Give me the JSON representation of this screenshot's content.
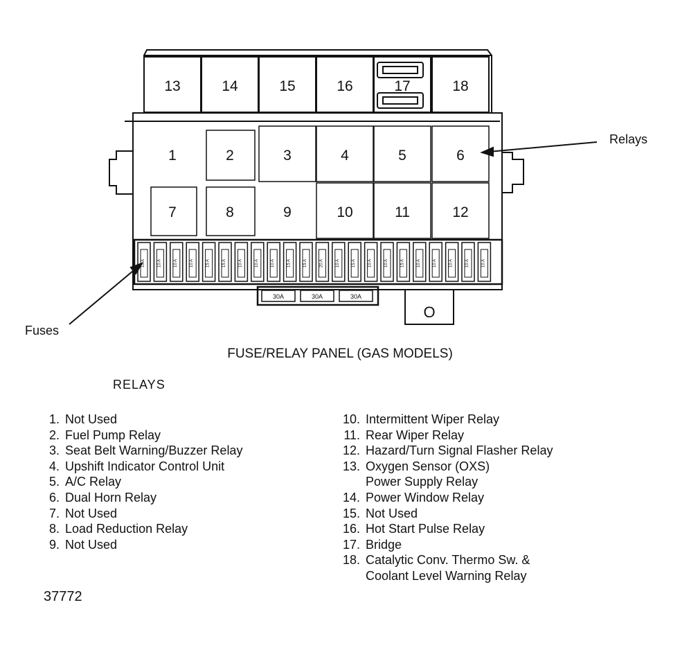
{
  "diagram": {
    "upper_relays": [
      "13",
      "14",
      "15",
      "16",
      "17",
      "18"
    ],
    "row1_relays": [
      "1",
      "2",
      "3",
      "4",
      "5",
      "6"
    ],
    "row2_relays": [
      "7",
      "8",
      "9",
      "10",
      "11",
      "12"
    ],
    "fuse_ratings": [
      "10 A",
      "10 A",
      "10 A",
      "10 A",
      "15 A",
      "15 A",
      "10 A",
      "10 A",
      "10 A",
      "15 A",
      "15 A",
      "20 A",
      "10 A",
      "15 A",
      "10 A",
      "10 A",
      "15 A",
      "10 A",
      "10 A",
      "10 A",
      "10 A",
      "10 A"
    ],
    "lower_fuse_labels": [
      "30A",
      "30A",
      "30A"
    ],
    "connector_label": "O",
    "callout_relays": "Relays",
    "callout_fuses": "Fuses"
  },
  "caption": "FUSE/RELAY PANEL (GAS MODELS)",
  "relays_heading": "RELAYS",
  "legend_left": [
    {
      "num": "1.",
      "text": "Not Used"
    },
    {
      "num": "2.",
      "text": "Fuel Pump Relay"
    },
    {
      "num": "3.",
      "text": "Seat Belt Warning/Buzzer Relay"
    },
    {
      "num": "4.",
      "text": "Upshift Indicator Control Unit"
    },
    {
      "num": "5.",
      "text": "A/C Relay"
    },
    {
      "num": "6.",
      "text": "Dual Horn Relay"
    },
    {
      "num": "7.",
      "text": "Not Used"
    },
    {
      "num": "8.",
      "text": "Load Reduction Relay"
    },
    {
      "num": "9.",
      "text": "Not Used"
    }
  ],
  "legend_right": [
    {
      "num": "10.",
      "text": "Intermittent Wiper Relay"
    },
    {
      "num": "11.",
      "text": "Rear Wiper Relay"
    },
    {
      "num": "12.",
      "text": "Hazard/Turn Signal Flasher Relay"
    },
    {
      "num": "13.",
      "text": "Oxygen Sensor (OXS)"
    },
    {
      "num": "",
      "text": "Power Supply Relay"
    },
    {
      "num": "14.",
      "text": "Power Window Relay"
    },
    {
      "num": "15.",
      "text": "Not Used"
    },
    {
      "num": "16.",
      "text": "Hot Start Pulse Relay"
    },
    {
      "num": "17.",
      "text": "Bridge"
    },
    {
      "num": "18.",
      "text": "Catalytic Conv. Thermo Sw. &"
    },
    {
      "num": "",
      "text": "Coolant Level Warning Relay"
    }
  ],
  "figure_number": "37772"
}
